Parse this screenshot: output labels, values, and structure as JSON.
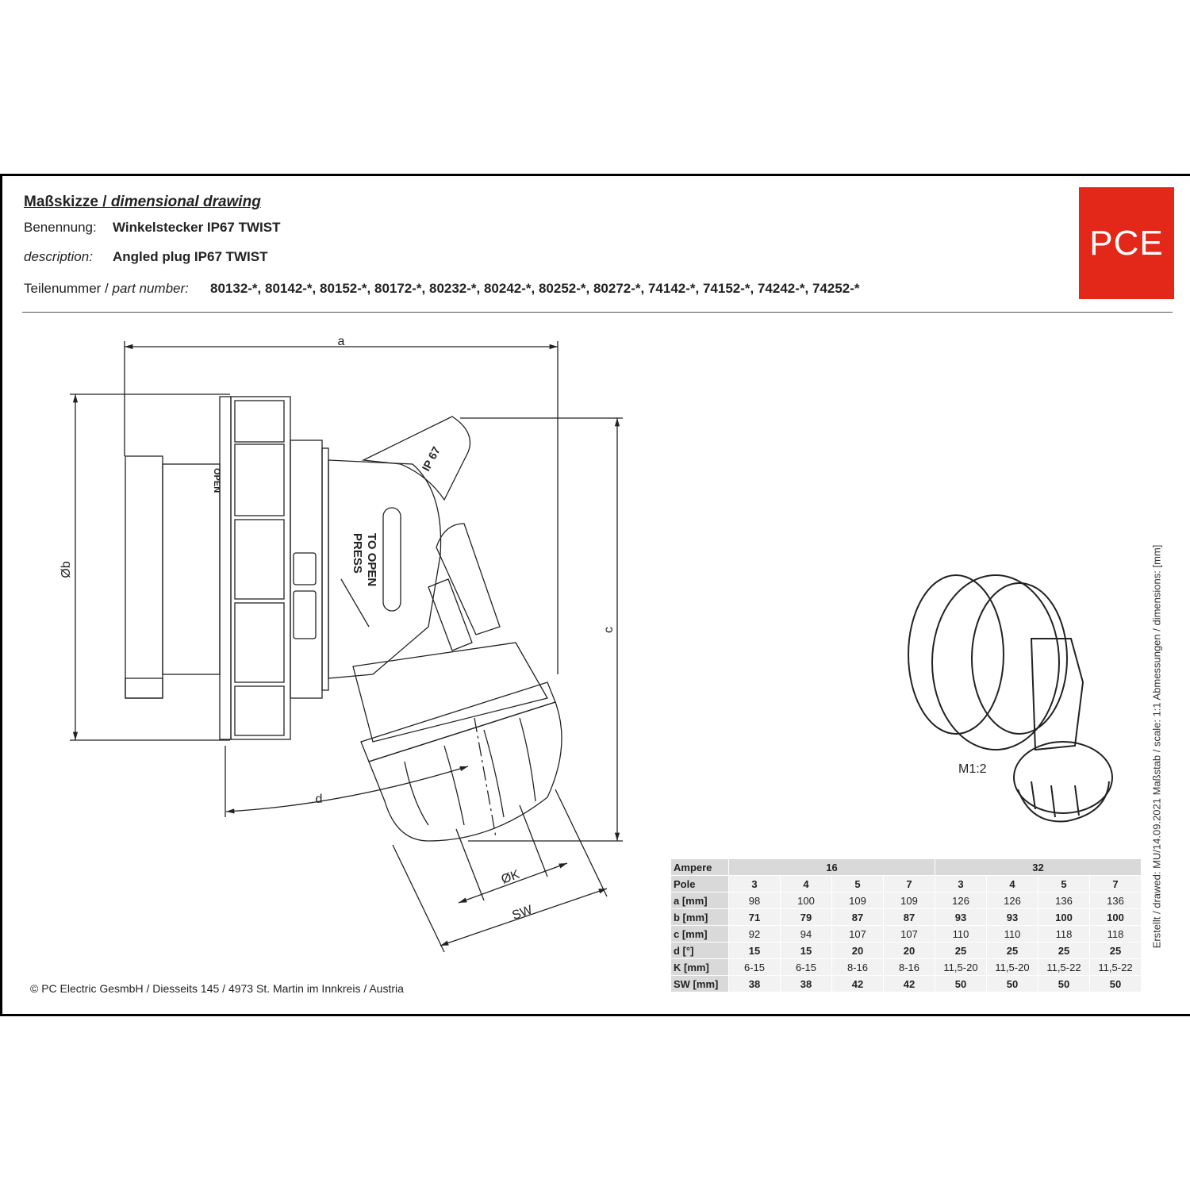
{
  "header": {
    "title_de": "Maßskizze /",
    "title_en": "dimensional drawing",
    "name_label": "Benennung:",
    "name_value": "Winkelstecker IP67 TWIST",
    "desc_label": "description:",
    "desc_value": "Angled plug IP67 TWIST",
    "part_label_de": "Teilenummer /",
    "part_label_en": "part number:",
    "part_numbers": "80132-*, 80142-*, 80152-*, 80172-*, 80232-*, 80242-*, 80252-*, 80272-*, 74142-*, 74152-*, 74242-*, 74252-*"
  },
  "logo": {
    "text": "PCE",
    "color": "#e32719"
  },
  "drawing": {
    "dim_a": "a",
    "dim_b": "Øb",
    "dim_c": "c",
    "dim_d": "d",
    "dim_k": "ØK",
    "dim_sw": "SW",
    "press_1": "PRESS",
    "press_2": "TO OPEN",
    "ip": "IP 67",
    "open": "OPEN"
  },
  "iso_scale": "M1:2",
  "side_text": "Erstellt / drawed: MU/14.09.2021     Maßstab / scale: 1:1     Abmessungen / dimensions: [mm]",
  "copyright": "© PC Electric GesmbH / Diesseits 145 / 4973 St. Martin im Innkreis / Austria",
  "table": {
    "header_label": "Ampere",
    "amp_groups": [
      "16",
      "32"
    ],
    "rows": [
      {
        "label": "Pole",
        "values": [
          "3",
          "4",
          "5",
          "7",
          "3",
          "4",
          "5",
          "7"
        ],
        "bold": true
      },
      {
        "label": "a [mm]",
        "values": [
          "98",
          "100",
          "109",
          "109",
          "126",
          "126",
          "136",
          "136"
        ],
        "bold": false
      },
      {
        "label": "b [mm]",
        "values": [
          "71",
          "79",
          "87",
          "87",
          "93",
          "93",
          "100",
          "100"
        ],
        "bold": true
      },
      {
        "label": "c [mm]",
        "values": [
          "92",
          "94",
          "107",
          "107",
          "110",
          "110",
          "118",
          "118"
        ],
        "bold": false
      },
      {
        "label": "d [°]",
        "values": [
          "15",
          "15",
          "20",
          "20",
          "25",
          "25",
          "25",
          "25"
        ],
        "bold": true
      },
      {
        "label": "K [mm]",
        "values": [
          "6-15",
          "6-15",
          "8-16",
          "8-16",
          "11,5-20",
          "11,5-20",
          "11,5-22",
          "11,5-22"
        ],
        "bold": false
      },
      {
        "label": "SW [mm]",
        "values": [
          "38",
          "38",
          "42",
          "42",
          "50",
          "50",
          "50",
          "50"
        ],
        "bold": true
      }
    ]
  }
}
